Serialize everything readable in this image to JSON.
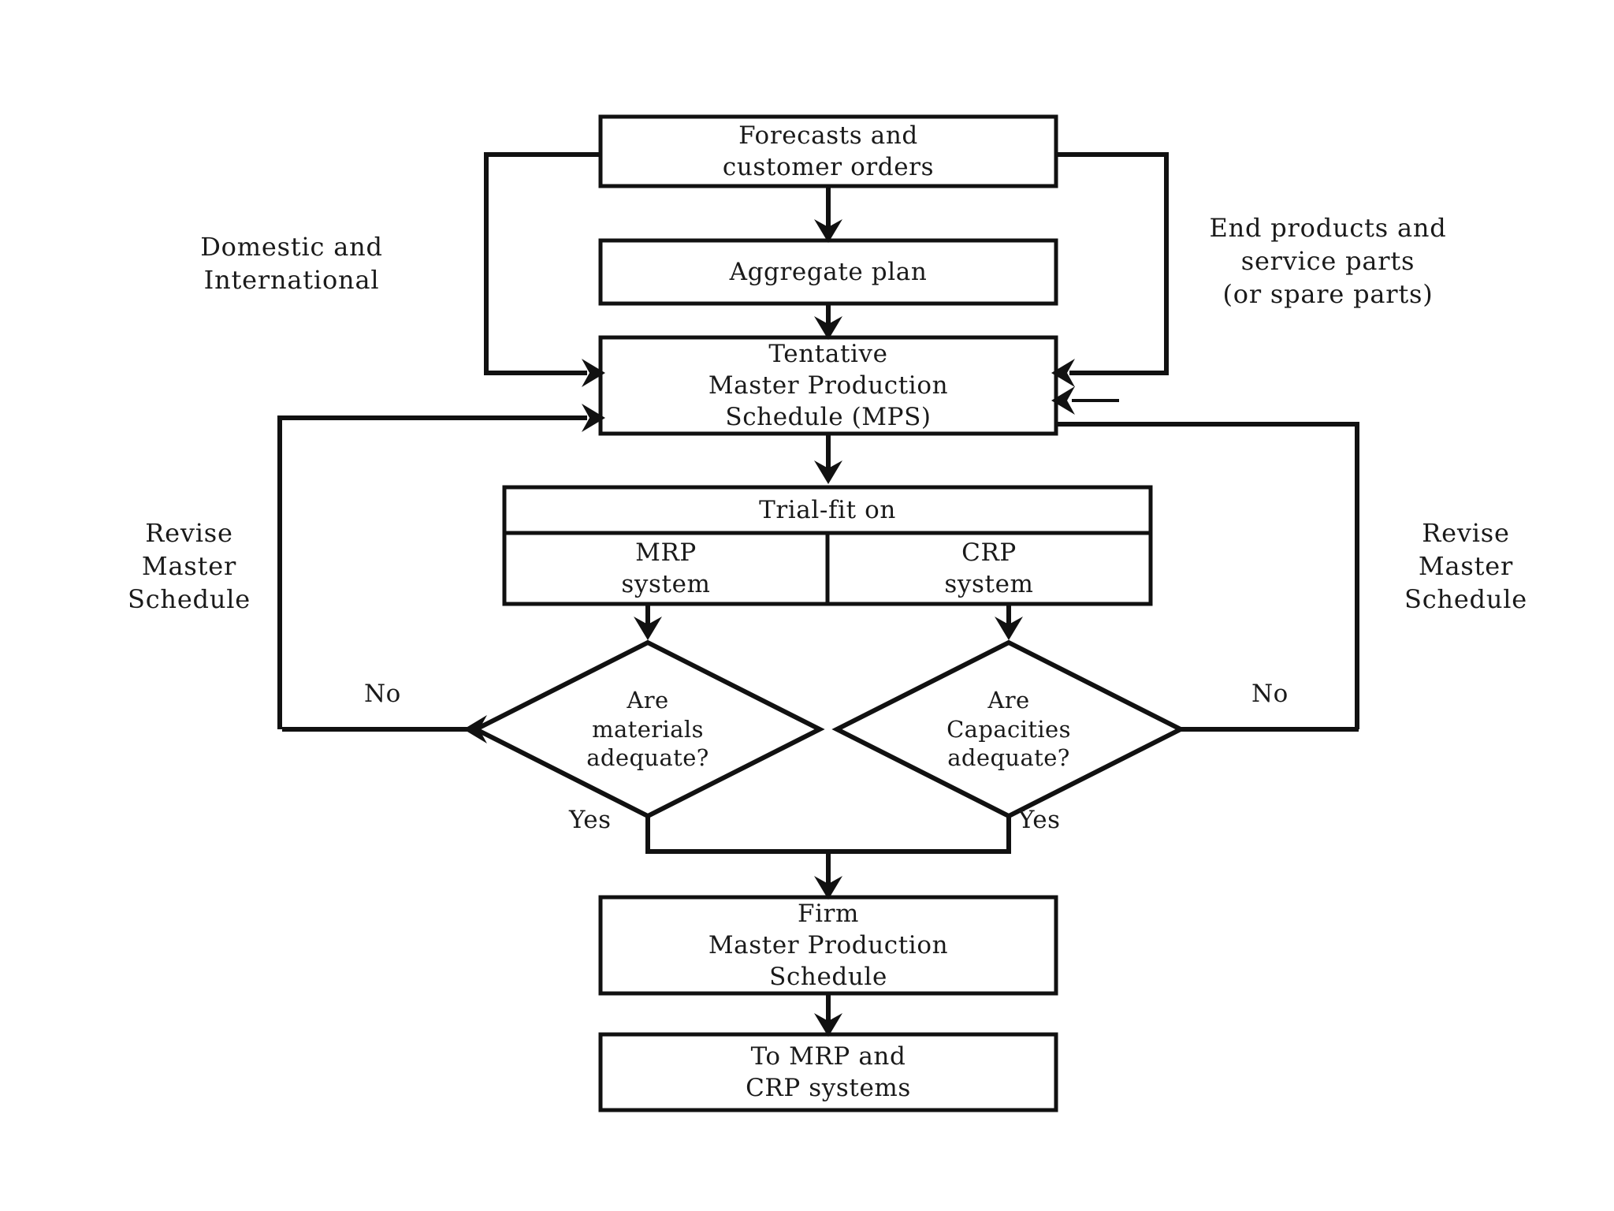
{
  "diagram": {
    "title": "Master Production Scheduling Process Flowchart",
    "colors": {
      "background": "#ffffff",
      "stroke": "#111111",
      "text": "#1a1a1a",
      "box_fill": "#ffffff"
    },
    "nodes": {
      "forecasts": {
        "shape": "process-box",
        "lines": [
          "Forecasts and",
          "customer orders"
        ]
      },
      "aggregate_plan": {
        "shape": "process-box",
        "lines": [
          "Aggregate plan"
        ]
      },
      "tentative_mps": {
        "shape": "process-box",
        "lines": [
          "Tentative",
          "Master Production",
          "Schedule (MPS)"
        ]
      },
      "trial_fit": {
        "shape": "process-box-split",
        "header": "Trial-fit on",
        "left_cell": [
          "MRP",
          "system"
        ],
        "right_cell": [
          "CRP",
          "system"
        ]
      },
      "materials_decision": {
        "shape": "diamond",
        "lines": [
          "Are",
          "materials",
          "adequate?"
        ]
      },
      "capacities_decision": {
        "shape": "diamond",
        "lines": [
          "Are",
          "Capacities",
          "adequate?"
        ]
      },
      "firm_mps": {
        "shape": "process-box",
        "lines": [
          "Firm",
          "Master Production",
          "Schedule"
        ]
      },
      "to_systems": {
        "shape": "process-box",
        "lines": [
          "To MRP and",
          "CRP systems"
        ]
      }
    },
    "annotations": {
      "left_input": [
        "Domestic and",
        "International"
      ],
      "right_input": [
        "End products and",
        "service parts",
        "(or spare parts)"
      ],
      "left_revise": [
        "Revise",
        "Master",
        "Schedule"
      ],
      "right_revise": [
        "Revise",
        "Master",
        "Schedule"
      ]
    },
    "edge_labels": {
      "no_left": "No",
      "no_right": "No",
      "yes_left": "Yes",
      "yes_right": "Yes"
    }
  }
}
